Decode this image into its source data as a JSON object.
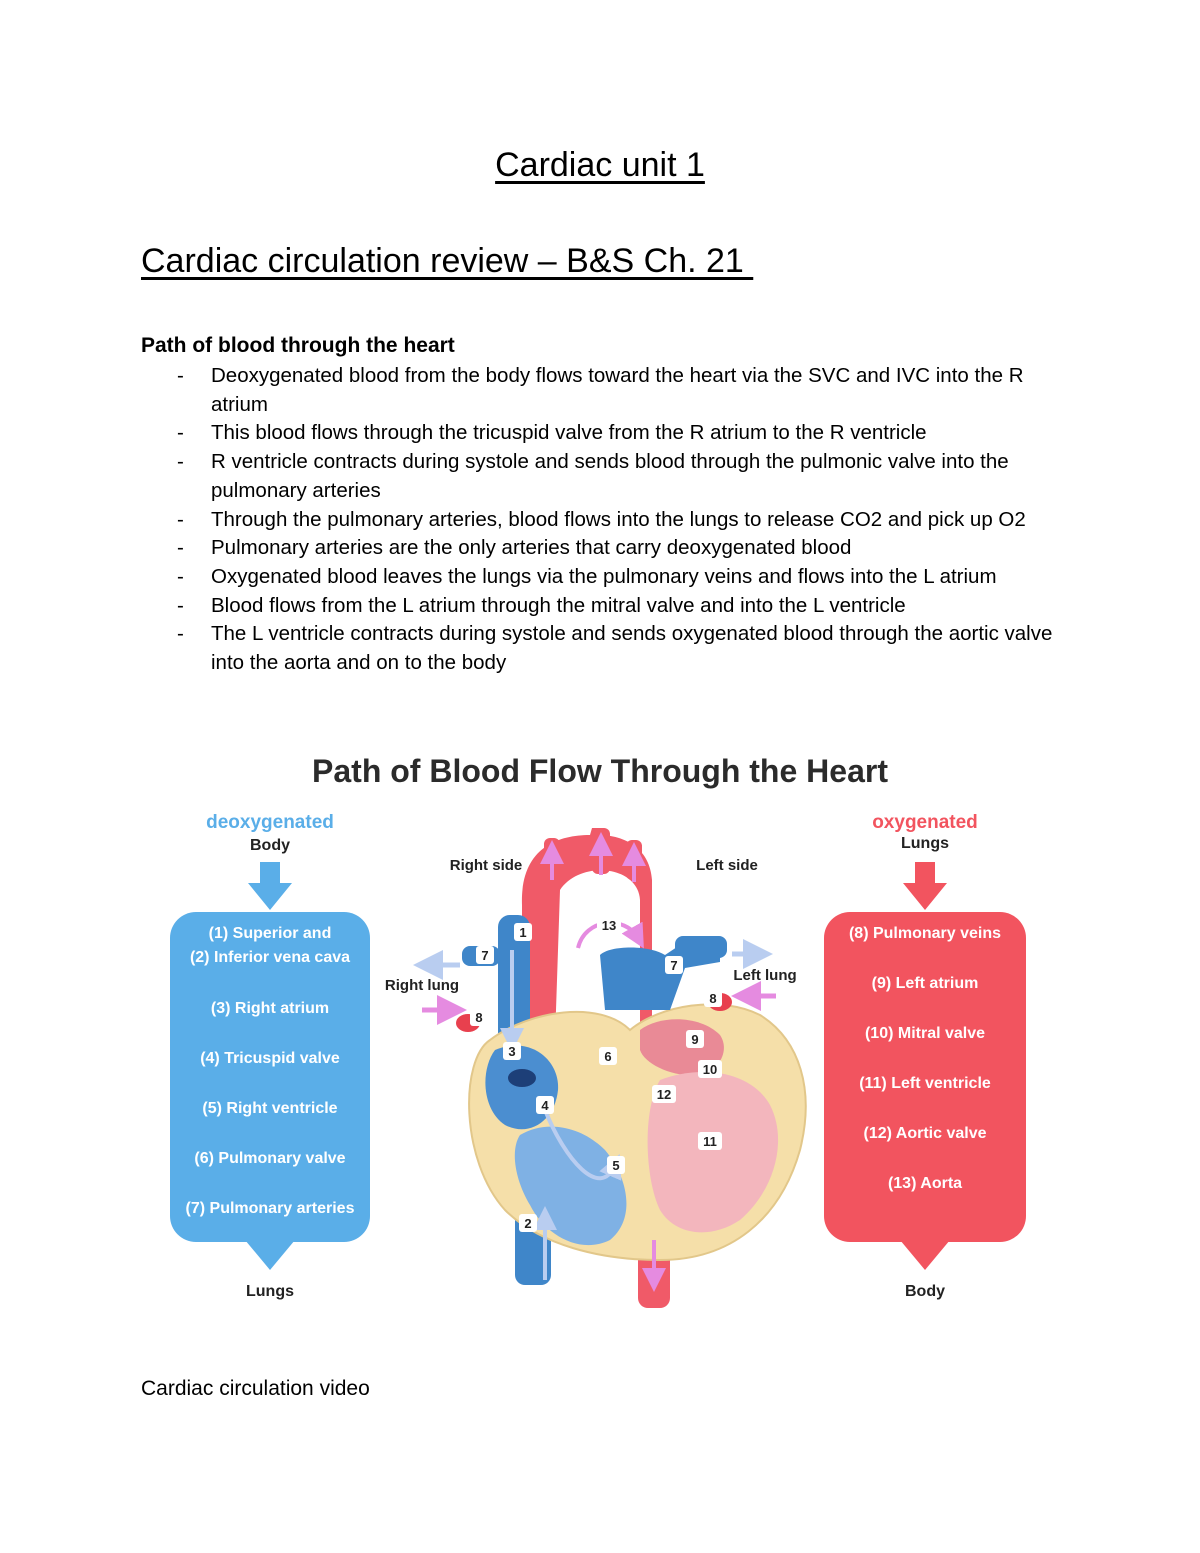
{
  "document": {
    "title": " Cardiac unit 1",
    "section_title": "Cardiac circulation review – B&S Ch. 21 ",
    "subheading": "Path of blood through the heart",
    "bullets": [
      "Deoxygenated blood from the body flows toward the heart via the SVC and IVC into the R atrium",
      "This blood flows through the tricuspid valve from the R atrium to the R ventricle",
      "R ventricle contracts during systole and sends blood through the pulmonic valve into the pulmonary arteries",
      "Through the pulmonary arteries, blood flows into the lungs to release CO2 and pick up O2",
      "Pulmonary arteries are the only arteries that carry deoxygenated blood",
      "Oxygenated blood leaves the lungs via the pulmonary veins and flows into the L atrium",
      "Blood flows from the L atrium through the mitral valve and into the L ventricle",
      "The L ventricle contracts during systole and sends oxygenated blood through the aortic valve into the aorta and on to the body"
    ],
    "bullet_marker": "-",
    "video_heading": "Cardiac circulation video"
  },
  "figure": {
    "title": "Path of Blood Flow Through the Heart",
    "left_panel": {
      "header": "deoxygenated",
      "source": "Body",
      "items": [
        "(1) Superior and",
        "(2) Inferior vena cava",
        "(3) Right atrium",
        "(4) Tricuspid valve",
        "(5) Right ventricle",
        "(6) Pulmonary valve",
        "(7) Pulmonary arteries"
      ],
      "destination": "Lungs",
      "color": "#5aaee8"
    },
    "right_panel": {
      "header": "oxygenated",
      "source": "Lungs",
      "items": [
        "(8) Pulmonary veins",
        "(9) Left atrium",
        "(10) Mitral valve",
        "(11) Left ventricle",
        "(12) Aortic valve",
        "(13) Aorta"
      ],
      "destination": "Body",
      "color": "#f2545f"
    },
    "heart_labels": {
      "right_side": "Right side",
      "left_side": "Left side",
      "right_lung": "Right lung",
      "left_lung": "Left lung"
    },
    "markers": [
      "1",
      "2",
      "3",
      "4",
      "5",
      "6",
      "7",
      "7",
      "8",
      "8",
      "9",
      "10",
      "11",
      "12",
      "13"
    ]
  }
}
